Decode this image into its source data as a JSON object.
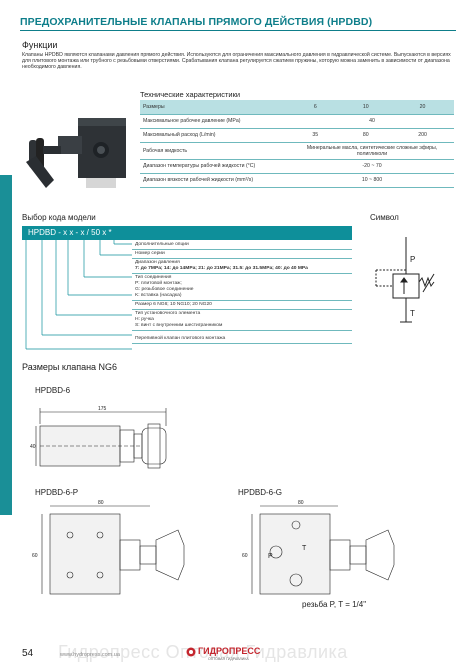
{
  "header": {
    "title": "ПРЕДОХРАНИТЕЛЬНЫЕ КЛАПАНЫ ПРЯМОГО ДЕЙСТВИЯ (HPDBD)"
  },
  "functions": {
    "heading": "Функции",
    "text": "Клапаны HPDBD являются клапанами давления прямого действия. Используются для ограничения максимального давления в гидравлической системе. Выпускаются в версиях для плитового монтажа или трубного с резьбовыми отверстиями. Срабатывания клапана регулируется сжатием пружины, которую можна заменить в зависимости от диапазона необходимого давления."
  },
  "specs": {
    "heading": "Технические характеристики",
    "rows": [
      {
        "label": "Размеры",
        "v1": "6",
        "v2": "10",
        "v3": "20"
      },
      {
        "label": "Максимальное рабочее давление (MPa)",
        "span": "40"
      },
      {
        "label": "Максимальный расход (L/min)",
        "v1": "35",
        "v2": "80",
        "v3": "200"
      },
      {
        "label": "Рабочая жидкость",
        "span": "Минеральные масла, синтетические сложные эфиры, полигликоли"
      },
      {
        "label": "Диапазон температуры рабочей жидкости (°C)",
        "span": "-20 ~ 70"
      },
      {
        "label": "Диапазон вязкости рабочей жидкости (mm²/s)",
        "span": "10 ~ 800"
      }
    ]
  },
  "model_code": {
    "heading": "Выбор кода модели",
    "code": "HPDBD - x x - x / 50 x *",
    "rows": [
      {
        "lines": [
          "Дополнительные опции"
        ]
      },
      {
        "lines": [
          "Номер серии"
        ]
      },
      {
        "lines": [
          "Диапазон давления",
          "7: до 7MPa; 14: до 14MPa; 21: до 21MPa; 31.5: до 31.5MPa; 40: до 40 MPa"
        ]
      },
      {
        "lines": [
          "Тип соединения",
          "P: плитовой монтаж;",
          "G: резьбовое соединение",
          "K: вставка (насадка)"
        ]
      },
      {
        "lines": [
          "Размер  6  NG6;  10  NG10;  20  NG20"
        ]
      },
      {
        "lines": [
          "Тип установочного элемента",
          "H: ручка",
          "S: винт с внутренним шестигранником"
        ]
      },
      {
        "lines": [
          "Перепивной клапан плитового монтажа"
        ]
      }
    ]
  },
  "symbol": {
    "heading": "Символ",
    "label_p": "P",
    "label_t": "T"
  },
  "dimensions": {
    "heading": "Размеры клапана NG6",
    "d1_title": "HPDBD-6",
    "d1_dims": [
      "175",
      "40"
    ],
    "d2_title": "HPDBD-6-P",
    "d2_dims": [
      "80",
      "60"
    ],
    "d3_title": "HPDBD-6-G",
    "d3_dims": [
      "80",
      "60"
    ],
    "d3_port_p": "P",
    "d3_port_t": "T",
    "thread_note": "резьба P, T = 1/4\""
  },
  "footer": {
    "page": "54",
    "url": "www.hydropress.com.ua",
    "watermark": "Гидропресс Оптовая Гидравлика",
    "logo": "ГИДРОПРЕСС",
    "logo_sub": "ОПТОВАЯ ГИДРАВЛИКА"
  },
  "colors": {
    "accent": "#0e8f9a",
    "table_header": "#b9e0e3",
    "side_tab": "#1a8f97"
  }
}
